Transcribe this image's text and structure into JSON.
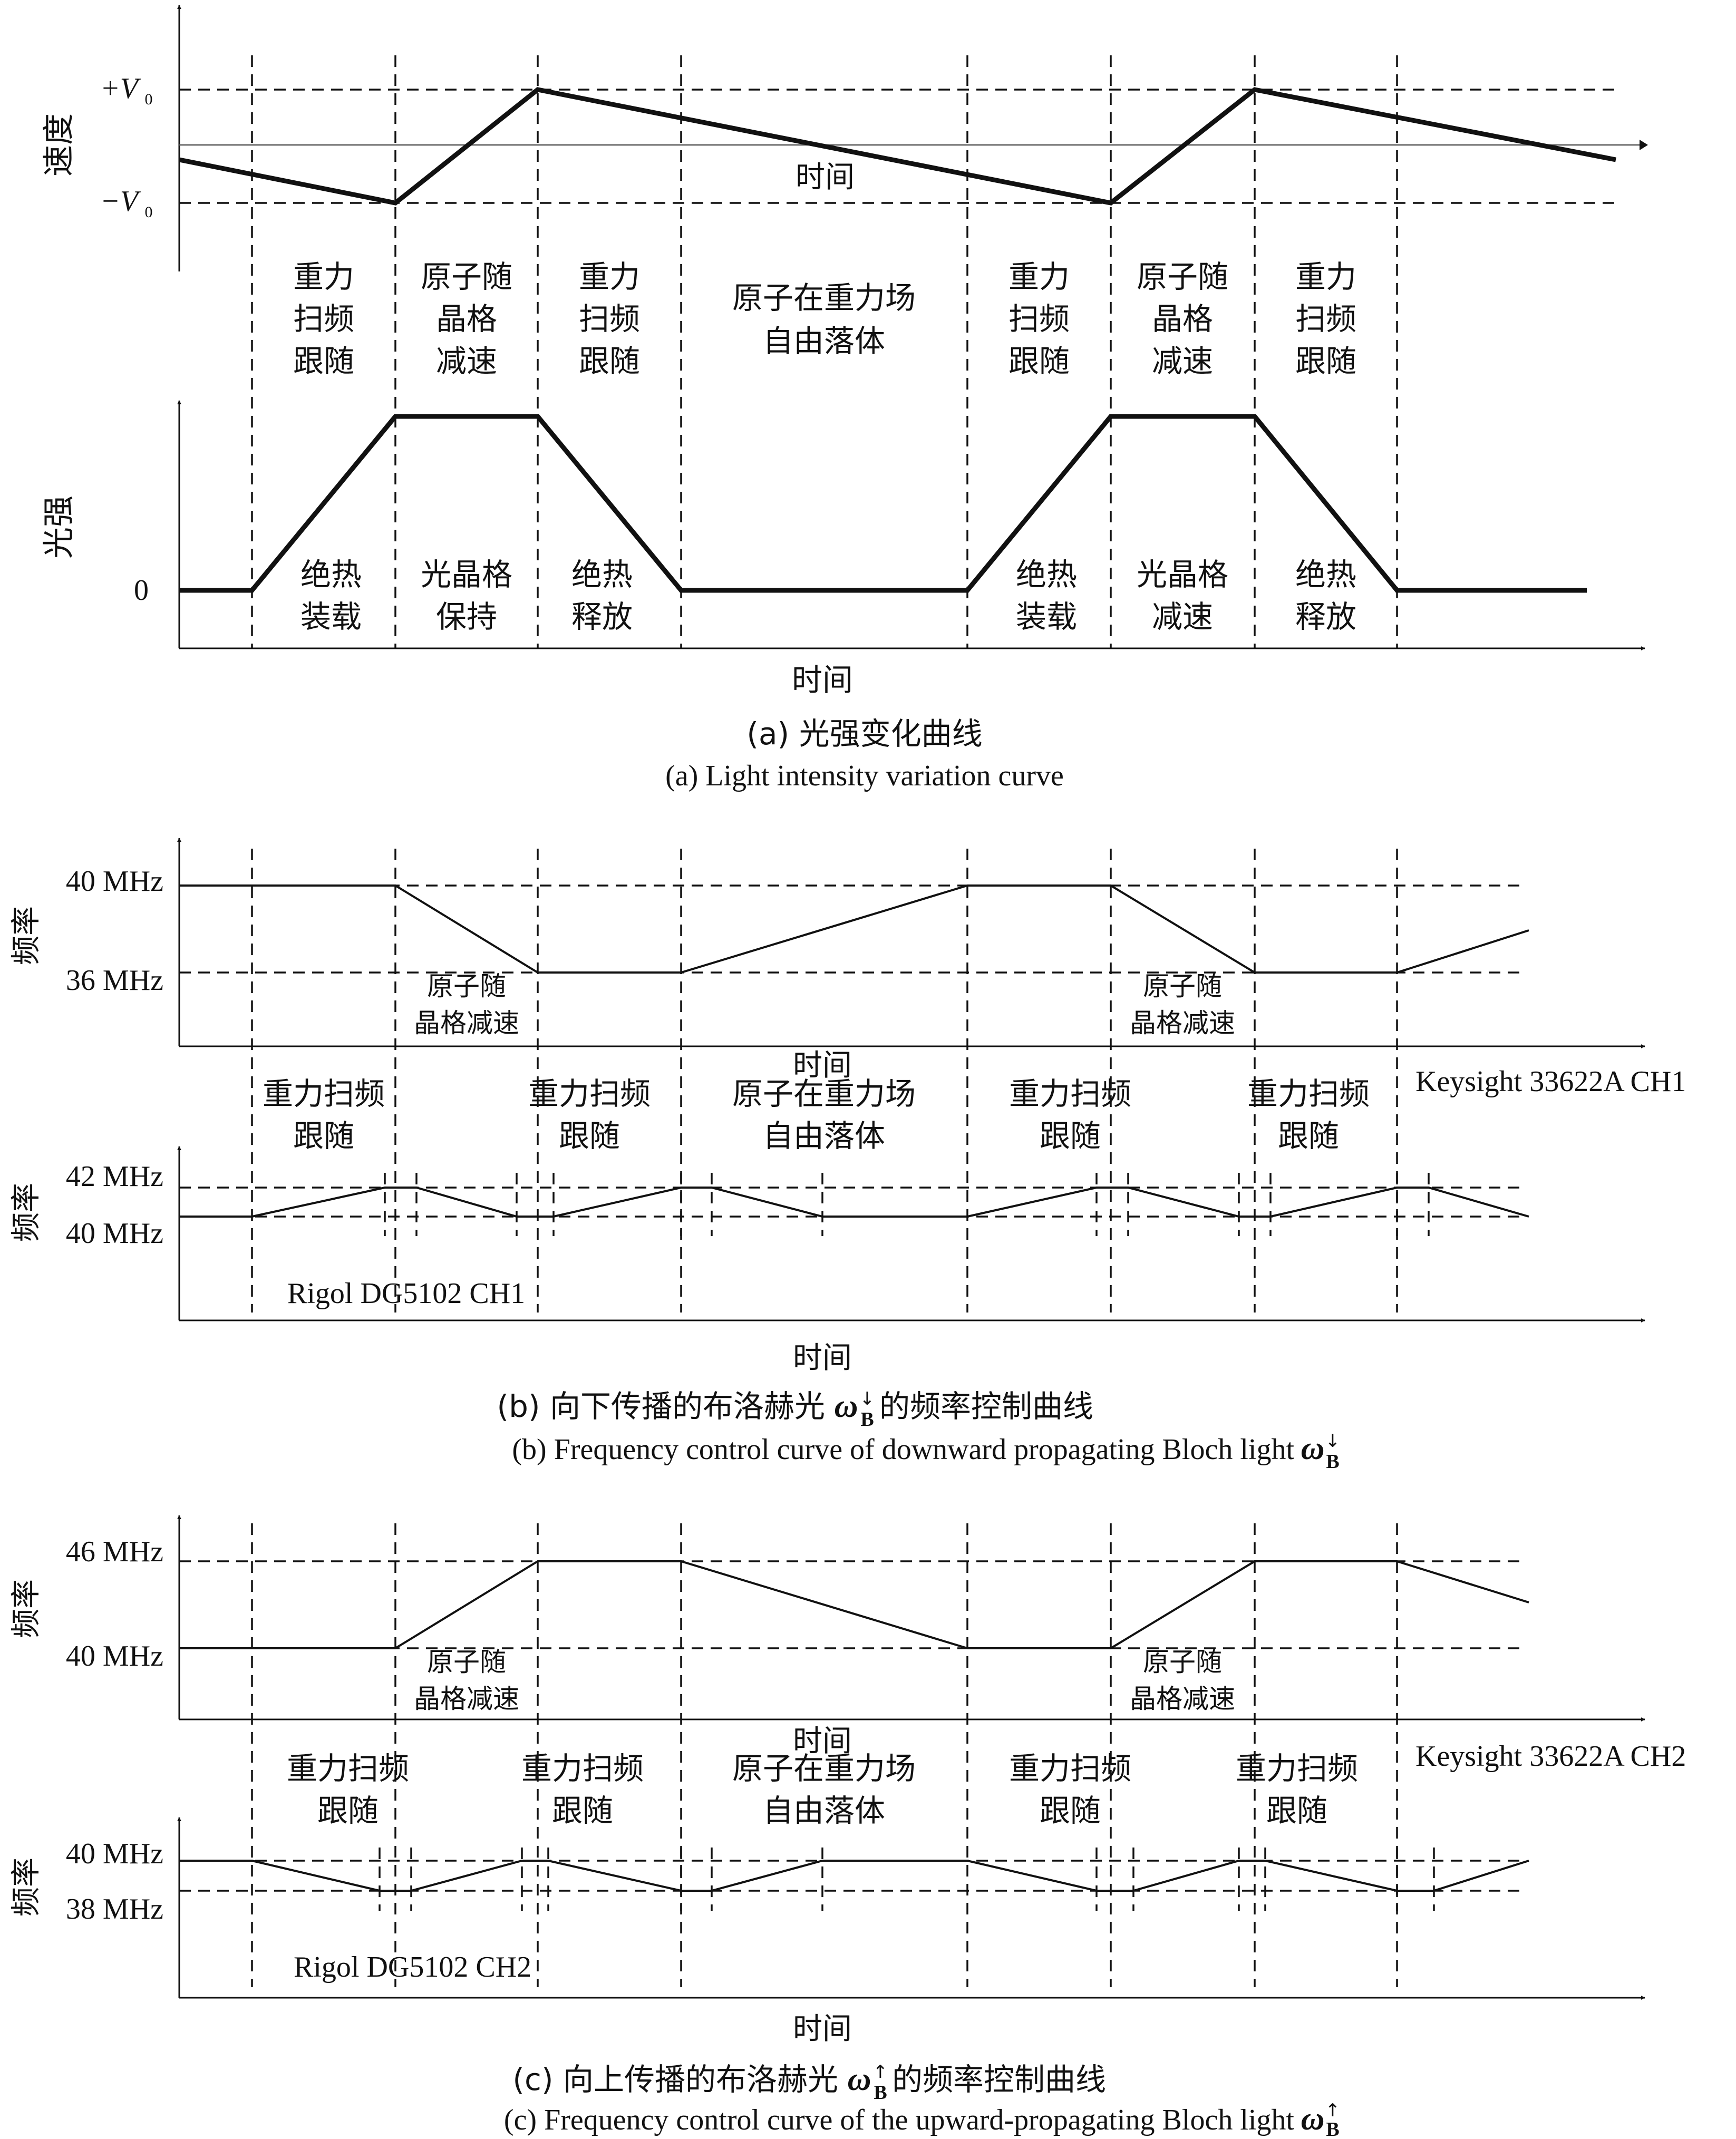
{
  "panel_a": {
    "velocity_axis_label": "速度",
    "velocity_ticks": {
      "plus": "+V",
      "minus": "−V",
      "subscript": "0"
    },
    "velocity_time_label": "时间",
    "phases_top": [
      [
        "重力",
        "扫频",
        "跟随"
      ],
      [
        "原子随",
        "晶格",
        "减速"
      ],
      [
        "重力",
        "扫频",
        "跟随"
      ],
      [
        "原子在重力场",
        "自由落体"
      ],
      [
        "重力",
        "扫频",
        "跟随"
      ],
      [
        "原子随",
        "晶格",
        "减速"
      ],
      [
        "重力",
        "扫频",
        "跟随"
      ]
    ],
    "intensity_axis_label": "光强",
    "intensity_zero": "0",
    "phases_bottom": [
      [
        "绝热",
        "装载"
      ],
      [
        "光晶格",
        "保持"
      ],
      [
        "绝热",
        "释放"
      ],
      [
        "绝热",
        "装载"
      ],
      [
        "光晶格",
        "减速"
      ],
      [
        "绝热",
        "释放"
      ]
    ],
    "time_label": "时间",
    "caption_cn": "(a) 光强变化曲线",
    "caption_en": "(a) Light intensity variation curve"
  },
  "panel_b": {
    "freq_axis_label": "频率",
    "tick_high": "40 MHz",
    "tick_low": "36 MHz",
    "decel_label": [
      "原子随",
      "晶格减速"
    ],
    "time_label_mid": "时间",
    "device_top": "Keysight 33622A CH1",
    "phases": [
      [
        "重力扫频",
        "跟随"
      ],
      [
        "重力扫频",
        "跟随"
      ],
      [
        "原子在重力场",
        "自由落体"
      ],
      [
        "重力扫频",
        "跟随"
      ],
      [
        "重力扫频",
        "跟随"
      ]
    ],
    "sub_tick_high": "42 MHz",
    "sub_tick_low": "40 MHz",
    "device_bottom": "Rigol DG5102 CH1",
    "time_label": "时间",
    "caption_cn_pre": "(b) 向下传播的布洛赫光 ",
    "caption_cn_post": " 的频率控制曲线",
    "caption_en": "(b) Frequency control curve of downward propagating Bloch light ",
    "omega": "ω",
    "omega_sub": "B",
    "arrow": "↓"
  },
  "panel_c": {
    "freq_axis_label": "频率",
    "tick_high": "46 MHz",
    "tick_low": "40 MHz",
    "decel_label": [
      "原子随",
      "晶格减速"
    ],
    "time_label_mid": "时间",
    "device_top": "Keysight 33622A CH2",
    "phases": [
      [
        "重力扫频",
        "跟随"
      ],
      [
        "重力扫频",
        "跟随"
      ],
      [
        "原子在重力场",
        "自由落体"
      ],
      [
        "重力扫频",
        "跟随"
      ],
      [
        "重力扫频",
        "跟随"
      ]
    ],
    "sub_tick_high": "40 MHz",
    "sub_tick_low": "38 MHz",
    "device_bottom": "Rigol DG5102 CH2",
    "time_label": "时间",
    "caption_cn_pre": "(c) 向上传播的布洛赫光 ",
    "caption_cn_post": " 的频率控制曲线",
    "caption_en": "(c) Frequency control curve of the upward-propagating Bloch light ",
    "omega": "ω",
    "omega_sub": "B",
    "arrow": "↑"
  }
}
